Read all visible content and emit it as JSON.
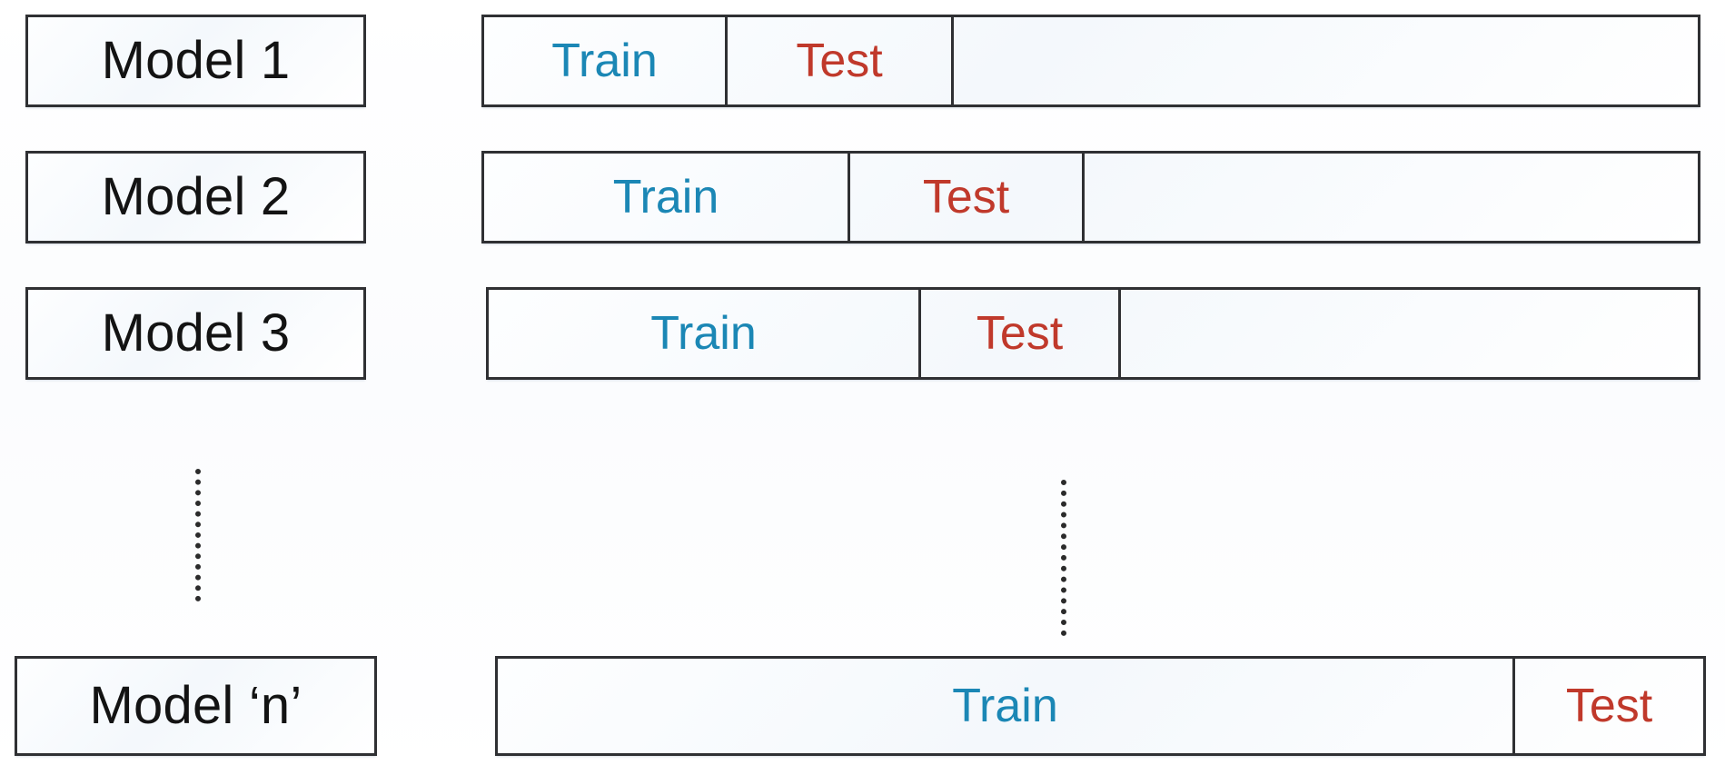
{
  "diagram": {
    "title": "Walk-forward / rolling-origin cross-validation split",
    "colors": {
      "train": "#1B87B5",
      "test": "#C0392B",
      "border": "#2F3033",
      "background": "#FFFFFF",
      "fill": "#F7FAFD"
    },
    "segment_labels": {
      "train": "Train",
      "test": "Test",
      "empty": ""
    },
    "rows": [
      {
        "id": "model-1",
        "label": "Model 1",
        "segments": [
          {
            "kind": "train",
            "text": "Train"
          },
          {
            "kind": "test",
            "text": "Test"
          },
          {
            "kind": "empty",
            "text": ""
          }
        ]
      },
      {
        "id": "model-2",
        "label": "Model 2",
        "segments": [
          {
            "kind": "train",
            "text": "Train"
          },
          {
            "kind": "test",
            "text": "Test"
          },
          {
            "kind": "empty",
            "text": ""
          }
        ]
      },
      {
        "id": "model-3",
        "label": "Model 3",
        "segments": [
          {
            "kind": "train",
            "text": "Train"
          },
          {
            "kind": "test",
            "text": "Test"
          },
          {
            "kind": "empty",
            "text": ""
          }
        ]
      },
      {
        "id": "model-n",
        "label": "Model ‘n’",
        "segments": [
          {
            "kind": "train",
            "text": "Train"
          },
          {
            "kind": "test",
            "text": "Test"
          }
        ]
      }
    ],
    "ellipsis": [
      {
        "id": "ellipsis-labels",
        "glyph": "vertical-dotted-line"
      },
      {
        "id": "ellipsis-timeline",
        "glyph": "vertical-dotted-line"
      }
    ]
  }
}
